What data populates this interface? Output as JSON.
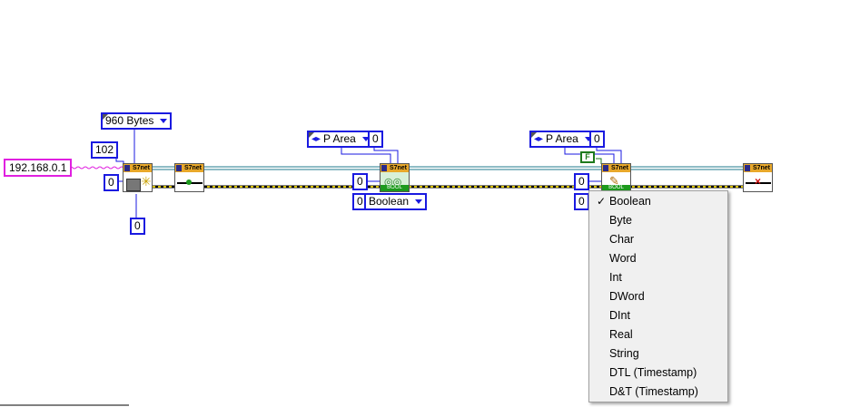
{
  "diagram": {
    "ip_address": "192.168.0.1",
    "buffer_size": "960 Bytes",
    "pdu_constant": "102",
    "zero": "0",
    "area_ring_1": "P Area",
    "area_ring_2": "P Area",
    "type_ring": "Boolean",
    "bool_constant": "F",
    "vi_banner": "S7net",
    "bool_tag": "BOOL"
  },
  "context_menu": {
    "selected": "Boolean",
    "items": [
      "Boolean",
      "Byte",
      "Char",
      "Word",
      "Int",
      "DWord",
      "DInt",
      "Real",
      "String",
      "DTL (Timestamp)",
      "D&T (Timestamp)"
    ]
  },
  "colors": {
    "ref_wire": "#1f7a8c",
    "error_wire_yellow": "#d8c000",
    "numeric_blue": "#1a1ae0",
    "string_pink": "#e020e0",
    "boolean_green": "#1d7a1d",
    "vi_banner": "#e8a82a"
  }
}
